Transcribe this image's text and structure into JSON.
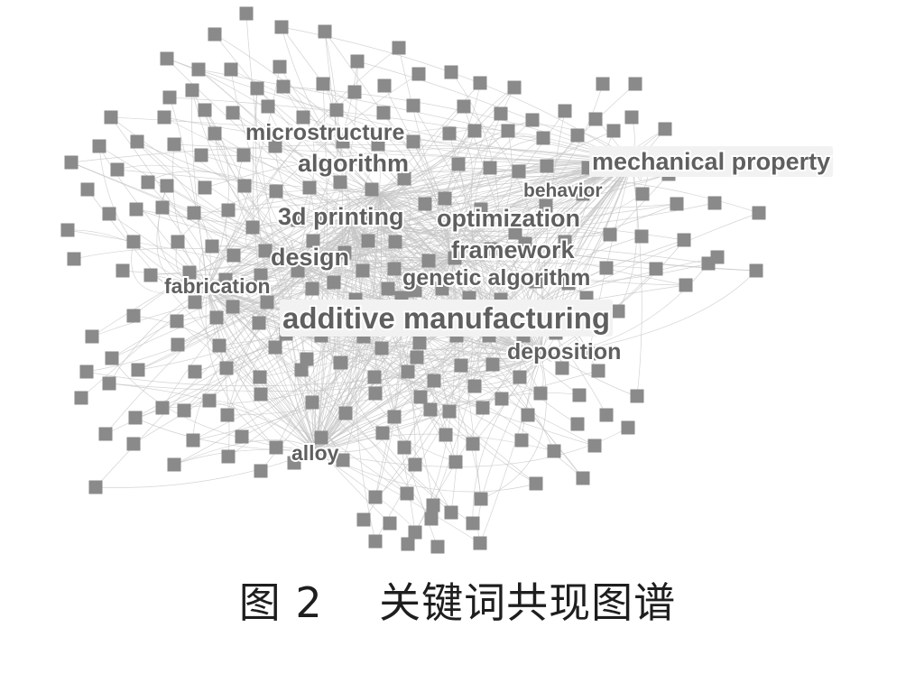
{
  "figure": {
    "caption": "图 2    关键词共现图谱",
    "node_color": "#8a8a8a",
    "edge_color": "#c4c4c4",
    "label_color": "#5f5f5f"
  },
  "keywords": [
    {
      "text": "microstructure",
      "weight": 2
    },
    {
      "text": "algorithm",
      "weight": 3
    },
    {
      "text": "mechanical property",
      "weight": 3
    },
    {
      "text": "behavior",
      "weight": 1
    },
    {
      "text": "3d printing",
      "weight": 3
    },
    {
      "text": "optimization",
      "weight": 3
    },
    {
      "text": "framework",
      "weight": 3
    },
    {
      "text": "design",
      "weight": 3
    },
    {
      "text": "genetic algorithm",
      "weight": 2
    },
    {
      "text": "fabrication",
      "weight": 2
    },
    {
      "text": "additive manufacturing",
      "weight": 5
    },
    {
      "text": "deposition",
      "weight": 2
    },
    {
      "text": "alloy",
      "weight": 2
    }
  ]
}
